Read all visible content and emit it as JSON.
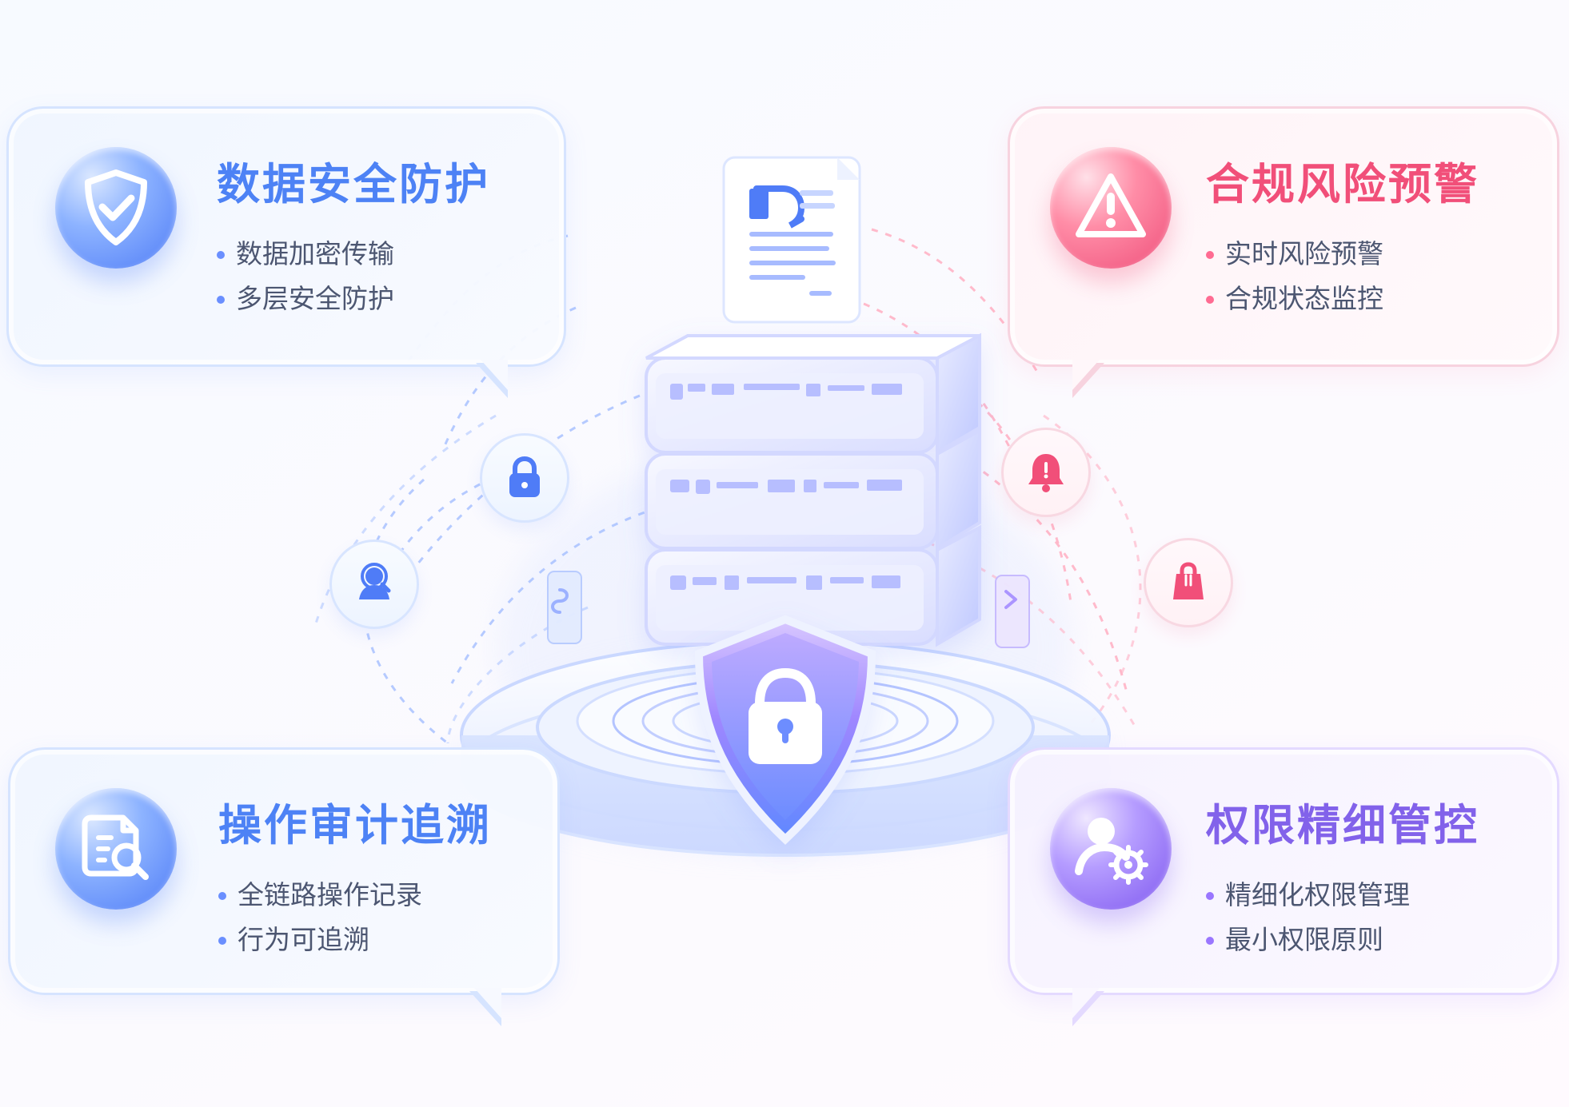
{
  "cards": {
    "top_left": {
      "title": "数据安全防护",
      "items": [
        "数据加密传输",
        "多层安全防护"
      ],
      "icon": "shield-check-icon"
    },
    "top_right": {
      "title": "合规风险预警",
      "items": [
        "实时风险预警",
        "合规状态监控"
      ],
      "icon": "warning-triangle-icon"
    },
    "bottom_left": {
      "title": "操作审计追溯",
      "items": [
        "全链路操作记录",
        "行为可追溯"
      ],
      "icon": "document-search-icon"
    },
    "bottom_right": {
      "title": "权限精细管控",
      "items": [
        "精细化权限管理",
        "最小权限原则"
      ],
      "icon": "user-gear-icon"
    }
  },
  "center_visual": {
    "icons": [
      "document-icon",
      "server-stack-icon",
      "shield-lock-icon",
      "lock-icon",
      "user-search-icon",
      "bell-alert-icon",
      "bag-icon"
    ]
  },
  "colors": {
    "blue": "#4d82f5",
    "pink": "#f14f79",
    "purple": "#8262ea",
    "line_blue": "#a8c1ff",
    "line_pink": "#ffb6c8"
  }
}
